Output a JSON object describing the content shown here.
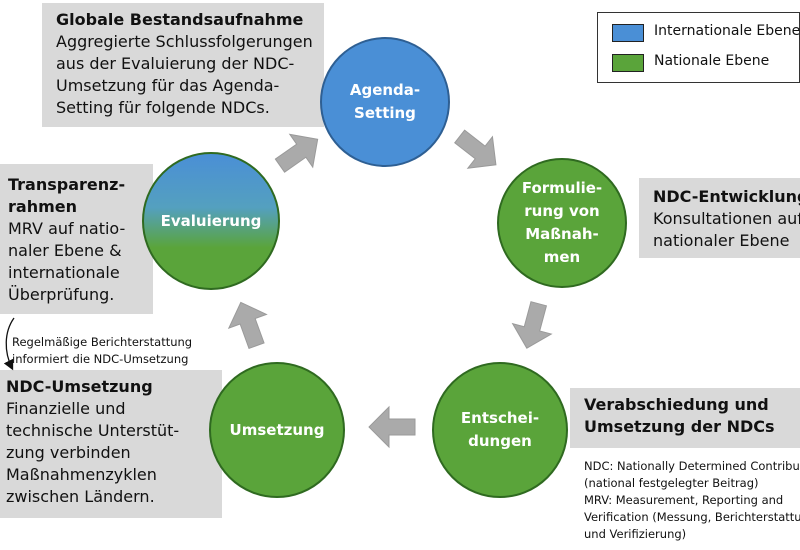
{
  "stages": {
    "agenda": "Agenda-\nSetting",
    "formulierung": "Formulie-\nrung von\nMaßnah-\nmen",
    "entscheidungen": "Entschei-\ndungen",
    "umsetzung": "Umsetzung",
    "evaluierung": "Evaluierung"
  },
  "boxes": {
    "global": {
      "title": "Globale Bestandsaufnahme",
      "body": "Aggregierte Schlussfolgerungen\naus der Evaluierung der NDC-\nUmsetzung für das Agenda-\nSetting für folgende NDCs."
    },
    "ndc_entwicklung": {
      "title": "NDC-Entwicklung",
      "body": "Konsultationen auf\nnationaler Ebene"
    },
    "transparenz": {
      "title": "Transparenz-\nrahmen",
      "body": "MRV auf natio-\nnaler Ebene &\ninternationale\nÜberprüfung."
    },
    "ndc_umsetzung": {
      "title": "NDC-Umsetzung",
      "body": "Finanzielle und\ntechnische Unterstüt-\nzung verbinden\nMaßnahmenzyklen\nzwischen Ländern."
    },
    "verabschiedung": {
      "title": "Verabschiedung und\nUmsetzung der NDCs"
    }
  },
  "legend": {
    "international": {
      "label": "Internationale Ebene",
      "color": "#4a8fd6"
    },
    "national": {
      "label": "Nationale Ebene",
      "color": "#5aa43a"
    }
  },
  "side_note": "Regelmäßige Berichterstattung\ninformiert die NDC-Umsetzung",
  "footnotes": "NDC: Nationally Determined Contribu\n(national festgelegter Beitrag)\nMRV: Measurement, Reporting and\nVerification (Messung, Berichterstattu\nund Verifizierung)"
}
